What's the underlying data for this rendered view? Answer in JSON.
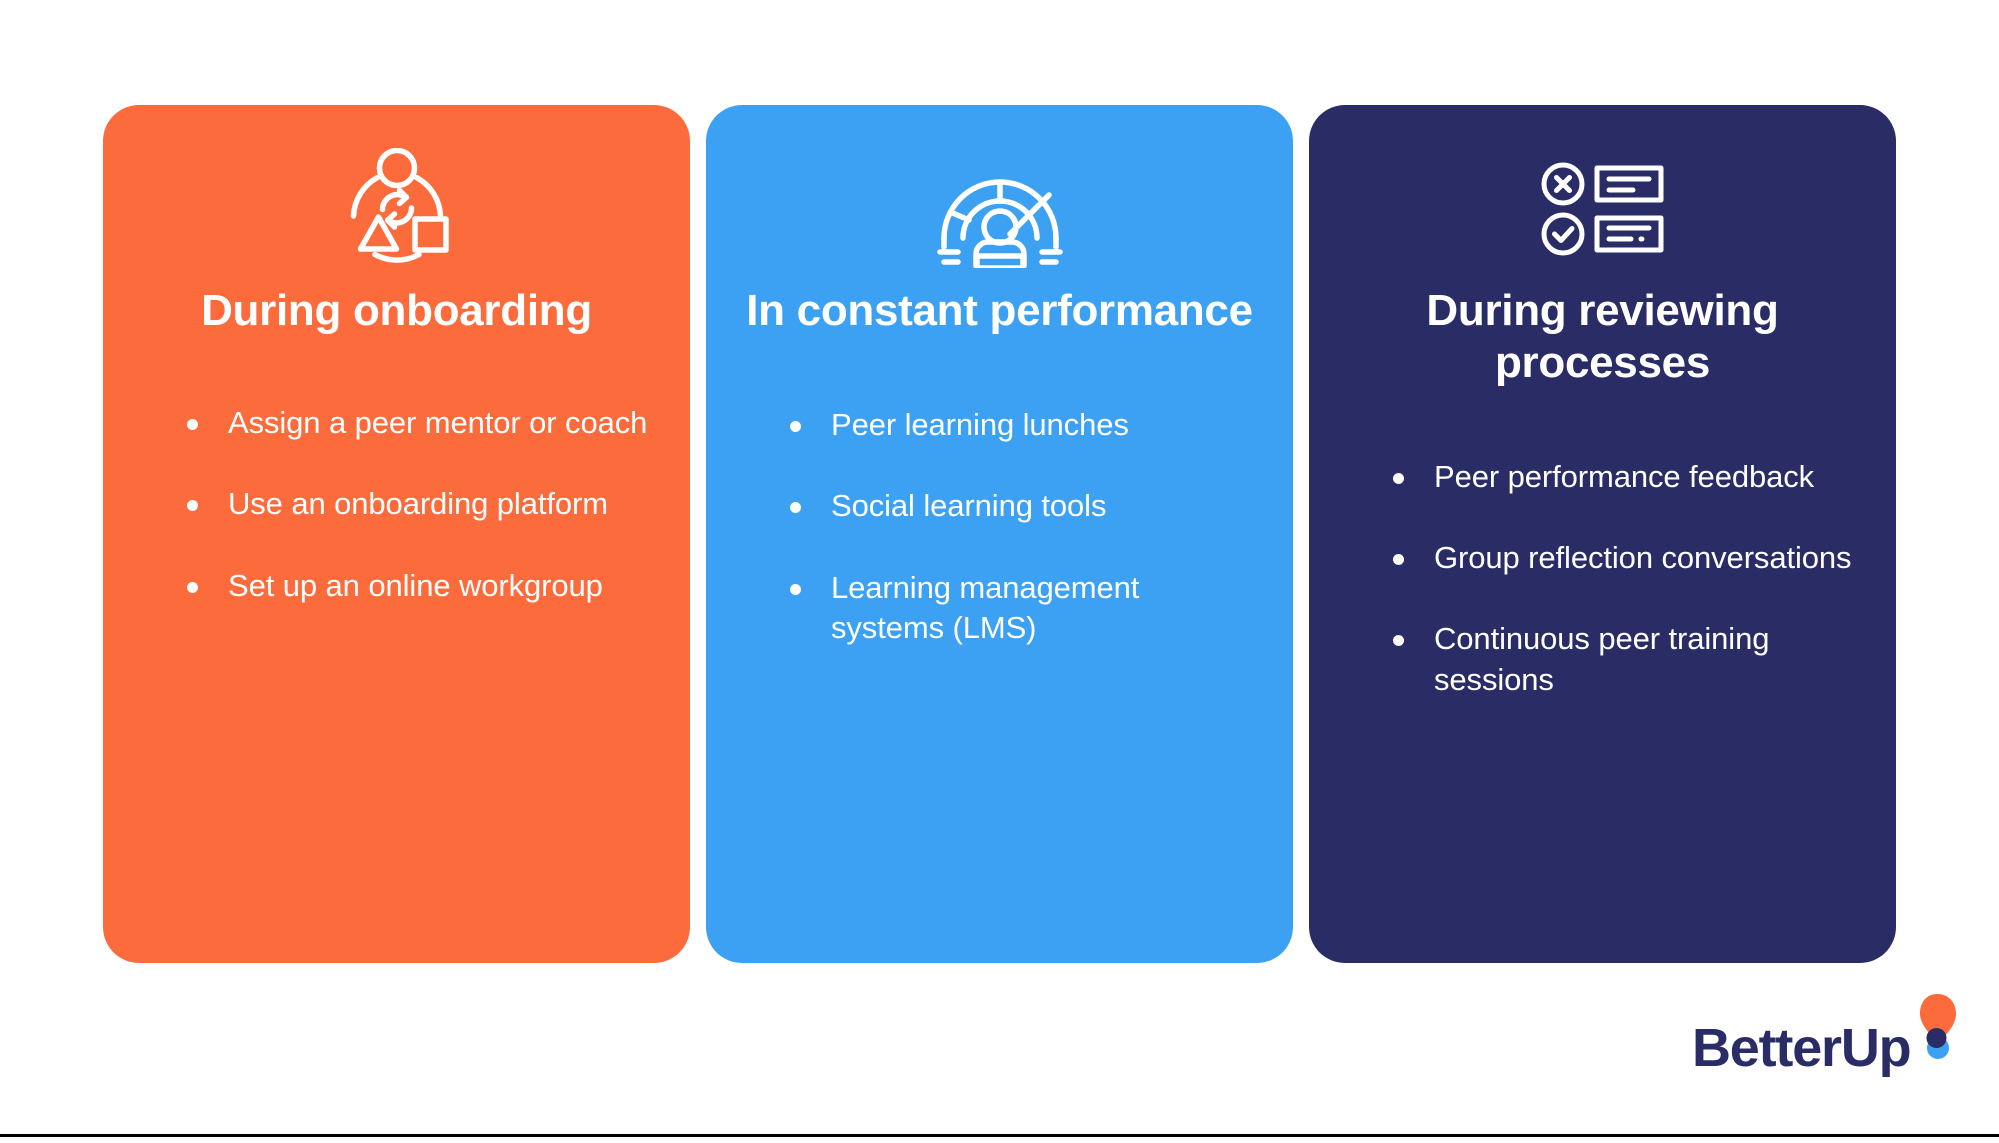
{
  "slide": {
    "background_color": "#ffffff",
    "bottom_rule_color": "#000000"
  },
  "cards": [
    {
      "id": "during-onboarding",
      "background_color": "#fb6b3c",
      "text_color": "#ffffff",
      "icon_name": "process-cycle-people-icon",
      "title": "During onboarding",
      "bullets": [
        "Assign a peer mentor or coach",
        "Use an onboarding platform",
        "Set up an online workgroup"
      ]
    },
    {
      "id": "in-constant-performance",
      "background_color": "#3ca1f3",
      "text_color": "#ffffff",
      "icon_name": "performance-gauge-person-icon",
      "title": "In constant performance",
      "bullets": [
        "Peer learning lunches",
        "Social learning tools",
        "Learning management systems (LMS)"
      ]
    },
    {
      "id": "during-reviewing-processes",
      "background_color": "#2a2c66",
      "text_color": "#ffffff",
      "icon_name": "review-checklist-icon",
      "title": "During reviewing processes",
      "bullets": [
        "Peer performance feedback",
        "Group reflection conversations",
        "Continuous peer training sessions"
      ]
    }
  ],
  "logo": {
    "wordmark": "BetterUp",
    "wordmark_color": "#2a2c66",
    "mark_balloon_color": "#fb6b3c",
    "mark_navy_dot_color": "#2a2c66",
    "mark_blue_dot_color": "#3ca1f3"
  }
}
